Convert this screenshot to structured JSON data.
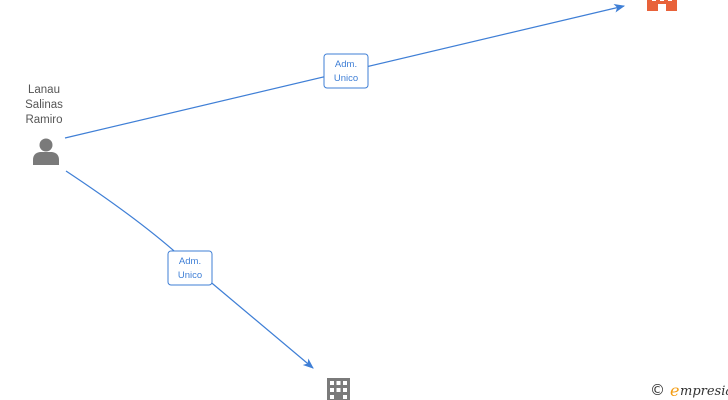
{
  "nodes": {
    "person": {
      "label_lines": [
        "Lanau",
        "Salinas",
        "Ramiro"
      ],
      "icon": "person-icon",
      "color": "#7a7a7a"
    },
    "company_top": {
      "icon": "building-icon",
      "color": "#e8623a"
    },
    "company_bottom": {
      "icon": "building-icon",
      "color": "#7a7a7a"
    }
  },
  "edges": [
    {
      "label_lines": [
        "Adm.",
        "Unico"
      ],
      "color": "#3f7fd6"
    },
    {
      "label_lines": [
        "Adm.",
        "Unico"
      ],
      "color": "#3f7fd6"
    }
  ],
  "footer": {
    "copyright_symbol": "©",
    "brand_initial": "e",
    "brand_rest": "mpresia",
    "brand_color": "#f39c12"
  }
}
